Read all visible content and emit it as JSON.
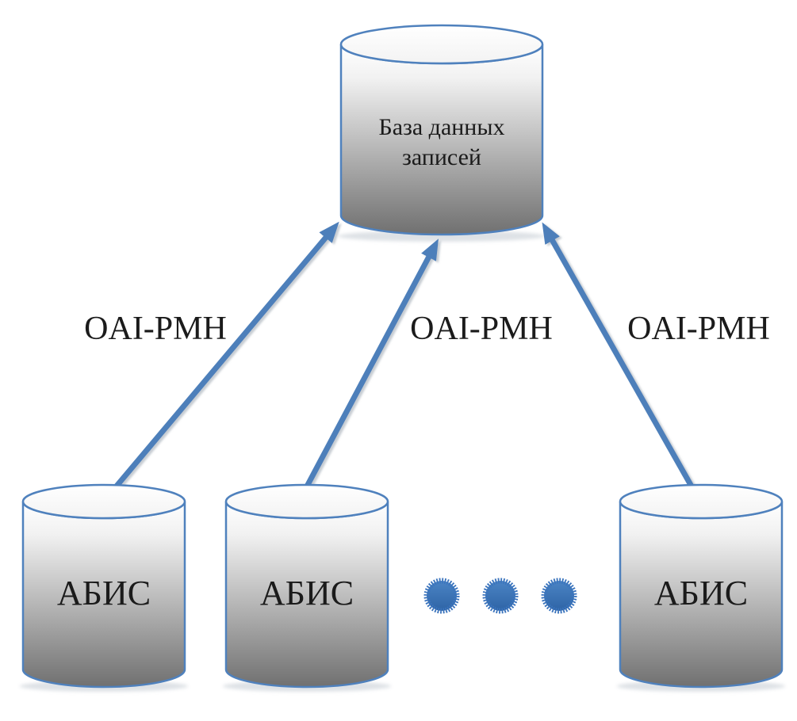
{
  "colors": {
    "outline": "#4f81bd",
    "arrow": "#4d7fba",
    "dot": "#3b74bd",
    "text": "#1b1b1b",
    "cylinder_top": "#ffffff",
    "cylinder_bottom": "#707070"
  },
  "top_node": {
    "label": "База данных записей",
    "line1": "База данных",
    "line2": "записей"
  },
  "protocol_labels": [
    "OAI-PMH",
    "OAI-PMH",
    "OAI-PMH"
  ],
  "bottom_nodes": [
    "АБИС",
    "АБИС",
    "АБИС"
  ],
  "ellipsis_dot_count": 3
}
